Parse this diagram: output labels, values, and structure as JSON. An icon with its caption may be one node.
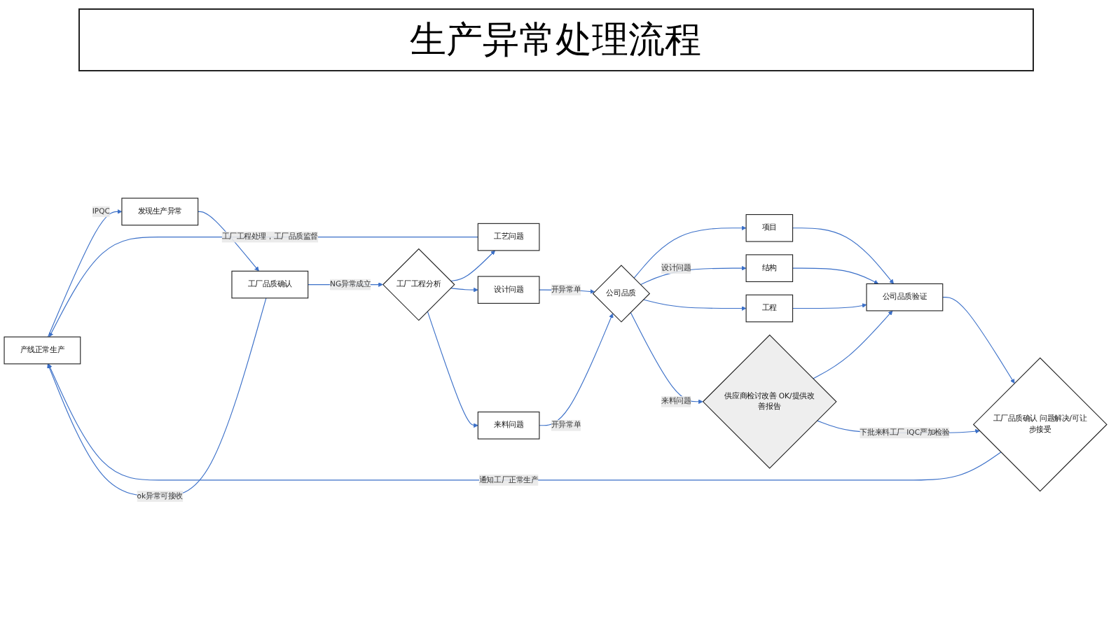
{
  "diagram": {
    "title": "生产异常处理流程",
    "nodes": [
      {
        "text": [
          "产线正常生产"
        ]
      },
      {
        "text": [
          "发现生产异常"
        ]
      },
      {
        "text": [
          "工厂品质确认"
        ]
      },
      {
        "text": [
          "工厂工程分析"
        ]
      },
      {
        "text": [
          "工艺问题"
        ]
      },
      {
        "text": [
          "设计问题"
        ]
      },
      {
        "text": [
          "来料问题"
        ]
      },
      {
        "text": [
          "公司品质"
        ]
      },
      {
        "text": [
          "项目"
        ]
      },
      {
        "text": [
          "结构"
        ]
      },
      {
        "text": [
          "工程"
        ]
      },
      {
        "text": [
          "公司品质验证"
        ]
      },
      {
        "text": [
          "工厂品质确认 问题解决/可让步接受"
        ]
      },
      {
        "text": [
          "供应商检讨改善 OK/提供改善报告"
        ]
      }
    ],
    "edges": [
      {
        "from": 0,
        "to": 1,
        "arrow": "to",
        "label": "IPQC"
      },
      {
        "from": 1,
        "to": 2,
        "arrow": "to"
      },
      {
        "from": 2,
        "to": 3,
        "arrow": "to",
        "label": "NG异常成立"
      },
      {
        "from": 2,
        "to": 0,
        "arrow": "to",
        "label": "ok异常可接收"
      },
      {
        "from": 3,
        "to": 4,
        "arrow": "to"
      },
      {
        "from": 3,
        "to": 5,
        "arrow": "to"
      },
      {
        "from": 3,
        "to": 6,
        "arrow": "to"
      },
      {
        "from": 4,
        "to": 0,
        "arrow": "to",
        "label": "工厂工程处理，工厂品质监督"
      },
      {
        "from": 5,
        "to": 7,
        "arrow": "to",
        "label": "开异常单"
      },
      {
        "from": 6,
        "to": 7,
        "arrow": "to",
        "label": "开异常单"
      },
      {
        "from": 7,
        "to": 8,
        "arrow": "to"
      },
      {
        "from": 7,
        "to": 9,
        "arrow": "to",
        "label": "设计问题"
      },
      {
        "from": 7,
        "to": 10,
        "arrow": "to"
      },
      {
        "from": 8,
        "to": 11,
        "arrow": "to"
      },
      {
        "from": 9,
        "to": 11,
        "arrow": "to"
      },
      {
        "from": 10,
        "to": 11,
        "arrow": "to"
      },
      {
        "from": 7,
        "to": 13,
        "arrow": "to",
        "label": "来料问题"
      },
      {
        "from": 13,
        "to": 11,
        "arrow": "to"
      },
      {
        "from": 13,
        "to": 12,
        "arrow": "to",
        "label": "下批来料工厂 IQC严加检验"
      },
      {
        "from": 11,
        "to": 12,
        "arrow": "to"
      },
      {
        "from": 12,
        "to": 0,
        "arrow": "to",
        "label": "通知工厂正常生产"
      }
    ]
  }
}
